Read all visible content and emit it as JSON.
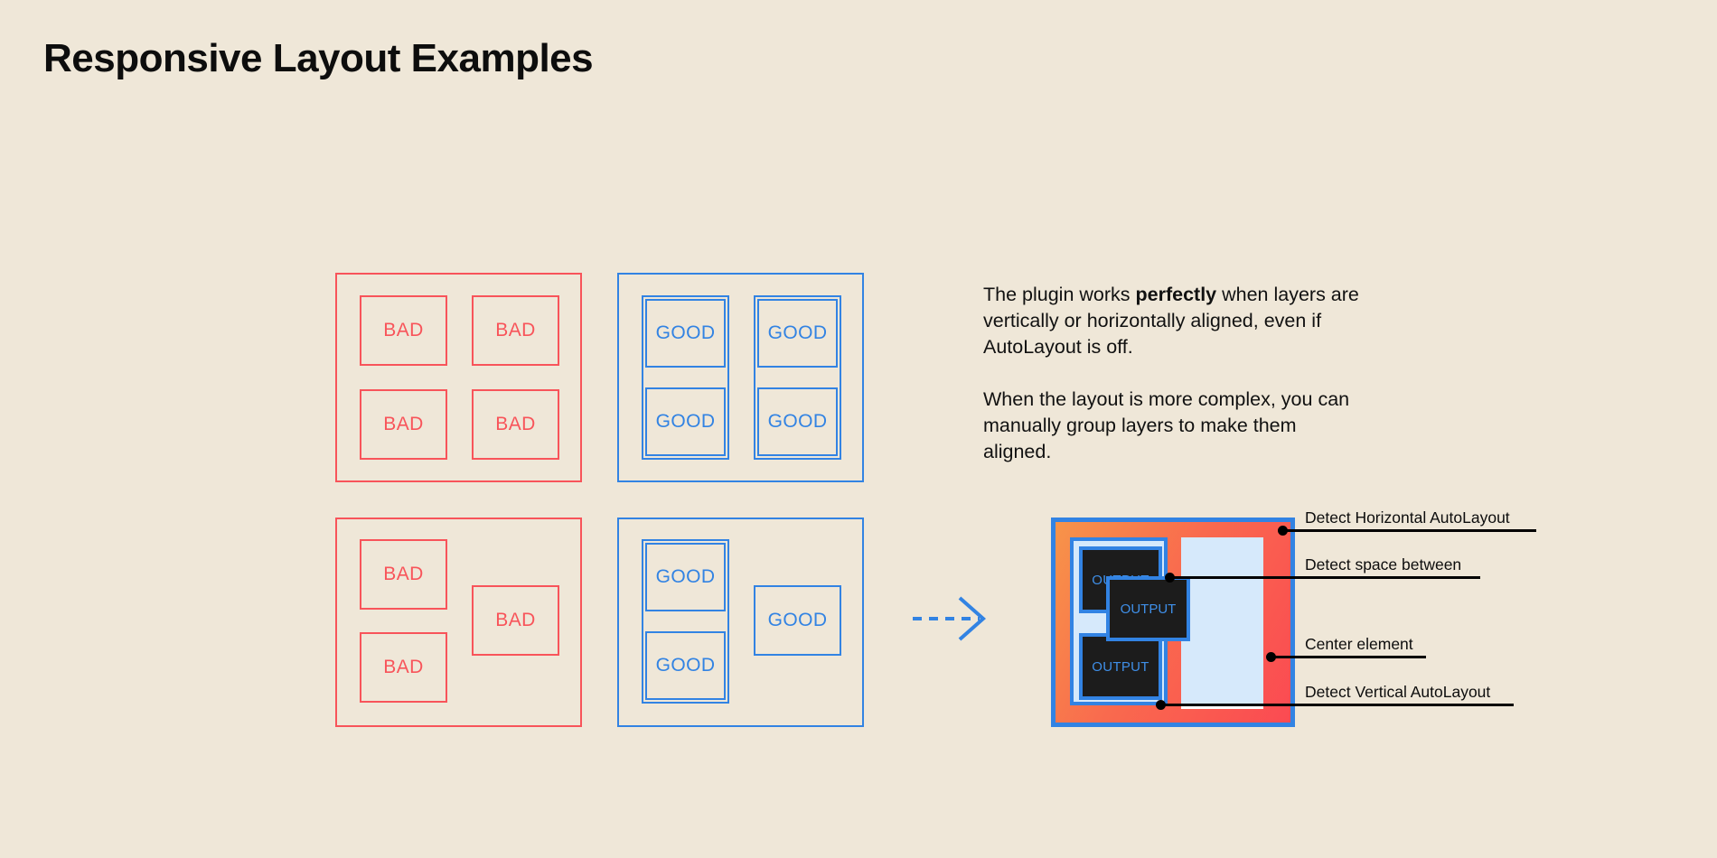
{
  "page": {
    "title": "Responsive Layout Examples",
    "background_color": "#EFE7D8",
    "bad_color": "#F8545A",
    "good_color": "#3283E3",
    "text_color": "#0D0D0D"
  },
  "examples": {
    "grid_bad": {
      "variant": "bad",
      "cells": [
        {
          "label": "BAD"
        },
        {
          "label": "BAD"
        },
        {
          "label": "BAD"
        },
        {
          "label": "BAD"
        }
      ]
    },
    "grid_good": {
      "variant": "good",
      "cells": [
        {
          "label": "GOOD"
        },
        {
          "label": "GOOD"
        },
        {
          "label": "GOOD"
        },
        {
          "label": "GOOD"
        }
      ]
    },
    "complex_bad": {
      "variant": "bad",
      "cells": [
        {
          "label": "BAD"
        },
        {
          "label": "BAD"
        },
        {
          "label": "BAD"
        }
      ]
    },
    "complex_good": {
      "variant": "good",
      "cells": [
        {
          "label": "GOOD"
        },
        {
          "label": "GOOD"
        },
        {
          "label": "GOOD"
        }
      ]
    }
  },
  "description": {
    "paragraph_1_before": "The plugin works ",
    "paragraph_1_bold": "perfectly",
    "paragraph_1_after": " when layers are vertically or horizontally aligned, even if AutoLayout is off.",
    "paragraph_2": "When the layout is more complex, you can manually group layers to make them aligned."
  },
  "arrow": {
    "icon": "dashed-arrow-right-icon",
    "color": "#3283E3",
    "style": "dashed"
  },
  "figure": {
    "outputs": [
      {
        "label": "OUTPUT"
      },
      {
        "label": "OUTPUT"
      },
      {
        "label": "OUTPUT"
      }
    ],
    "border_color": "#3283E3",
    "fill_gradient_from": "#F79449",
    "fill_gradient_to": "#FB4A52",
    "panel_fill": "#D6E9FB",
    "output_fill": "#1C1C1C",
    "output_text_color": "#3F8FE8"
  },
  "callouts": [
    {
      "label": "Detect Horizontal AutoLayout"
    },
    {
      "label": "Detect space between"
    },
    {
      "label": "Center element"
    },
    {
      "label": "Detect Vertical AutoLayout"
    }
  ]
}
